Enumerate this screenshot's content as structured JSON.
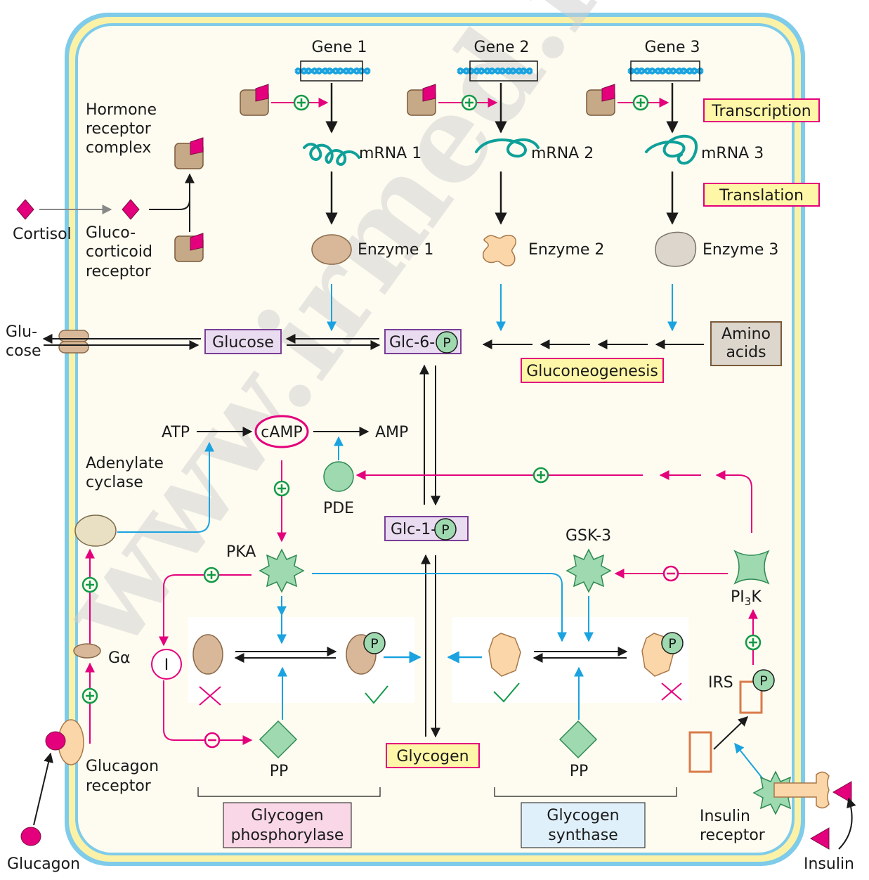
{
  "colors": {
    "membrane_outer": "#7fcbea",
    "membrane_inner": "#fbf2a8",
    "cytoplasm": "#fefcf0",
    "activation": "#e4007c",
    "stimulation": "#139a48",
    "effect": "#1aa3e0",
    "metabolite_border": "#7a3f96",
    "metabolite_fill": "#e9dcf0",
    "highlight_border": "#e4007c",
    "highlight_fill": "#fff7a8",
    "enzyme_tan": "#c6a987",
    "enzyme_peach": "#fbd6a8",
    "enzyme_gray": "#dcd6cc",
    "green_shape": "#9fd9b0",
    "dna": "#1aa3e0",
    "rna": "#0fa09a"
  },
  "labels": {
    "gene1": "Gene 1",
    "gene2": "Gene 2",
    "gene3": "Gene 3",
    "mrna1": "mRNA 1",
    "mrna2": "mRNA 2",
    "mrna3": "mRNA 3",
    "enzyme1": "Enzyme 1",
    "enzyme2": "Enzyme 2",
    "enzyme3": "Enzyme 3",
    "transcription": "Transcription",
    "translation": "Translation",
    "hormone_receptor_complex": [
      "Hormone",
      "receptor",
      "complex"
    ],
    "cortisol": "Cortisol",
    "glucocorticoid_receptor": [
      "Gluco-",
      "corticoid",
      "receptor"
    ],
    "glucose_ext": [
      "Glu-",
      "cose"
    ],
    "glucose": "Glucose",
    "glc6p": "Glc-6-",
    "glc1p": "Glc-1-",
    "phosphate": "P",
    "amino_acids": [
      "Amino",
      "acids"
    ],
    "gluconeogenesis": "Gluconeogenesis",
    "atp": "ATP",
    "camp": "cAMP",
    "amp": "AMP",
    "pde": "PDE",
    "adenylate_cyclase": [
      "Adenylate",
      "cyclase"
    ],
    "pka": "PKA",
    "gsk3": "GSK-3",
    "pi3k_a": "PI",
    "pi3k_sub": "3",
    "pi3k_b": "K",
    "g_alpha": "Gα",
    "inhibitor": "I",
    "pp": "PP",
    "glycogen": "Glycogen",
    "irs": "IRS",
    "glucagon_receptor": [
      "Glucagon",
      "receptor"
    ],
    "glucagon": "Glucagon",
    "insulin_receptor": [
      "Insulin",
      "receptor"
    ],
    "insulin": "Insulin",
    "glycogen_phosphorylase": [
      "Glycogen",
      "phosphorylase"
    ],
    "glycogen_synthase": [
      "Glycogen",
      "synthase"
    ],
    "plus": "+",
    "minus": "−"
  },
  "watermark": "www.irmed.ir"
}
